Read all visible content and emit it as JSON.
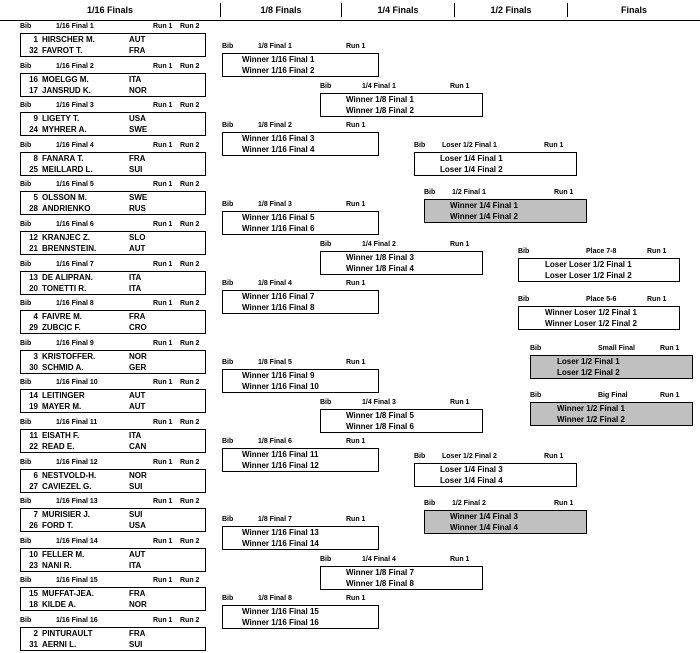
{
  "headers": [
    "1/16 Finals",
    "1/8 Finals",
    "1/4 Finals",
    "1/2 Finals",
    "Finals"
  ],
  "labels": {
    "bib": "Bib",
    "run1": "Run 1",
    "run2": "Run 2"
  },
  "r16": [
    {
      "title": "1/16 Final 1",
      "rows": [
        {
          "bib": "1",
          "name": "HIRSCHER M.",
          "nat": "AUT"
        },
        {
          "bib": "32",
          "name": "FAVROT T.",
          "nat": "FRA"
        }
      ]
    },
    {
      "title": "1/16 Final 2",
      "rows": [
        {
          "bib": "16",
          "name": "MOELGG M.",
          "nat": "ITA"
        },
        {
          "bib": "17",
          "name": "JANSRUD K.",
          "nat": "NOR"
        }
      ]
    },
    {
      "title": "1/16 Final 3",
      "rows": [
        {
          "bib": "9",
          "name": "LIGETY T.",
          "nat": "USA"
        },
        {
          "bib": "24",
          "name": "MYHRER A.",
          "nat": "SWE"
        }
      ]
    },
    {
      "title": "1/16 Final 4",
      "rows": [
        {
          "bib": "8",
          "name": "FANARA T.",
          "nat": "FRA"
        },
        {
          "bib": "25",
          "name": "MEILLARD L.",
          "nat": "SUI"
        }
      ]
    },
    {
      "title": "1/16 Final 5",
      "rows": [
        {
          "bib": "5",
          "name": "OLSSON M.",
          "nat": "SWE"
        },
        {
          "bib": "28",
          "name": "ANDRIENKO",
          "nat": "RUS"
        }
      ]
    },
    {
      "title": "1/16 Final 6",
      "rows": [
        {
          "bib": "12",
          "name": "KRANJEC Z.",
          "nat": "SLO"
        },
        {
          "bib": "21",
          "name": "BRENNSTEIN.",
          "nat": "AUT"
        }
      ]
    },
    {
      "title": "1/16 Final 7",
      "rows": [
        {
          "bib": "13",
          "name": "DE ALIPRAN.",
          "nat": "ITA"
        },
        {
          "bib": "20",
          "name": "TONETTI R.",
          "nat": "ITA"
        }
      ]
    },
    {
      "title": "1/16 Final 8",
      "rows": [
        {
          "bib": "4",
          "name": "FAIVRE M.",
          "nat": "FRA"
        },
        {
          "bib": "29",
          "name": "ZUBCIC F.",
          "nat": "CRO"
        }
      ]
    },
    {
      "title": "1/16 Final 9",
      "rows": [
        {
          "bib": "3",
          "name": "KRISTOFFER.",
          "nat": "NOR"
        },
        {
          "bib": "30",
          "name": "SCHMID A.",
          "nat": "GER"
        }
      ]
    },
    {
      "title": "1/16 Final 10",
      "rows": [
        {
          "bib": "14",
          "name": "LEITINGER",
          "nat": "AUT"
        },
        {
          "bib": "19",
          "name": "MAYER M.",
          "nat": "AUT"
        }
      ]
    },
    {
      "title": "1/16 Final 11",
      "rows": [
        {
          "bib": "11",
          "name": "EISATH F.",
          "nat": "ITA"
        },
        {
          "bib": "22",
          "name": "READ E.",
          "nat": "CAN"
        }
      ]
    },
    {
      "title": "1/16 Final 12",
      "rows": [
        {
          "bib": "6",
          "name": "NESTVOLD-H.",
          "nat": "NOR"
        },
        {
          "bib": "27",
          "name": "CAVIEZEL G.",
          "nat": "SUI"
        }
      ]
    },
    {
      "title": "1/16 Final 13",
      "rows": [
        {
          "bib": "7",
          "name": "MURISIER J.",
          "nat": "SUI"
        },
        {
          "bib": "26",
          "name": "FORD T.",
          "nat": "USA"
        }
      ]
    },
    {
      "title": "1/16 Final 14",
      "rows": [
        {
          "bib": "10",
          "name": "FELLER M.",
          "nat": "AUT"
        },
        {
          "bib": "23",
          "name": "NANI R.",
          "nat": "ITA"
        }
      ]
    },
    {
      "title": "1/16 Final 15",
      "rows": [
        {
          "bib": "15",
          "name": "MUFFAT-JEA.",
          "nat": "FRA"
        },
        {
          "bib": "18",
          "name": "KILDE A.",
          "nat": "NOR"
        }
      ]
    },
    {
      "title": "1/16 Final 16",
      "rows": [
        {
          "bib": "2",
          "name": "PINTURAULT",
          "nat": "FRA"
        },
        {
          "bib": "31",
          "name": "AERNI L.",
          "nat": "SUI"
        }
      ]
    }
  ],
  "r8": [
    {
      "title": "1/8 Final 1",
      "rows": [
        "Winner 1/16 Final 1",
        "Winner 1/16 Final 2"
      ]
    },
    {
      "title": "1/8 Final 2",
      "rows": [
        "Winner 1/16 Final 3",
        "Winner 1/16 Final 4"
      ]
    },
    {
      "title": "1/8 Final 3",
      "rows": [
        "Winner 1/16 Final 5",
        "Winner 1/16 Final 6"
      ]
    },
    {
      "title": "1/8 Final 4",
      "rows": [
        "Winner 1/16 Final 7",
        "Winner 1/16 Final 8"
      ]
    },
    {
      "title": "1/8 Final 5",
      "rows": [
        "Winner 1/16 Final 9",
        "Winner 1/16 Final 10"
      ]
    },
    {
      "title": "1/8 Final 6",
      "rows": [
        "Winner 1/16 Final 11",
        "Winner 1/16 Final 12"
      ]
    },
    {
      "title": "1/8 Final 7",
      "rows": [
        "Winner 1/16 Final 13",
        "Winner 1/16 Final 14"
      ]
    },
    {
      "title": "1/8 Final 8",
      "rows": [
        "Winner 1/16 Final 15",
        "Winner 1/16 Final 16"
      ]
    }
  ],
  "r4": [
    {
      "title": "1/4 Final 1",
      "rows": [
        "Winner 1/8 Final 1",
        "Winner 1/8 Final 2"
      ]
    },
    {
      "title": "1/4 Final 2",
      "rows": [
        "Winner 1/8 Final 3",
        "Winner 1/8 Final 4"
      ]
    },
    {
      "title": "1/4 Final 3",
      "rows": [
        "Winner 1/8 Final 5",
        "Winner 1/8 Final 6"
      ]
    },
    {
      "title": "1/4 Final 4",
      "rows": [
        "Winner 1/8 Final 7",
        "Winner 1/8 Final 8"
      ]
    }
  ],
  "semis": [
    {
      "title": "Loser 1/2 Final 1",
      "rows": [
        "Loser 1/4 Final 1",
        "Loser 1/4 Final 2"
      ]
    },
    {
      "title": "1/2 Final 1",
      "rows": [
        "Winner 1/4 Final 1",
        "Winner 1/4 Final 2"
      ]
    },
    {
      "title": "Loser 1/2 Final 2",
      "rows": [
        "Loser 1/4 Final 3",
        "Loser 1/4 Final 4"
      ]
    },
    {
      "title": "1/2 Final 2",
      "rows": [
        "Winner 1/4 Final 3",
        "Winner 1/4 Final 4"
      ]
    }
  ],
  "finals": [
    {
      "title": "Place 7-8",
      "rows": [
        "Loser Loser 1/2 Final 1",
        "Loser Loser 1/2 Final 2"
      ]
    },
    {
      "title": "Place 5-6",
      "rows": [
        "Winner Loser 1/2 Final 1",
        "Winner Loser 1/2 Final 2"
      ]
    },
    {
      "title": "Small Final",
      "rows": [
        "Loser 1/2 Final 1",
        "Loser 1/2 Final 2"
      ]
    },
    {
      "title": "Big Final",
      "rows": [
        "Winner 1/2 Final 1",
        "Winner 1/2 Final 2"
      ]
    }
  ]
}
